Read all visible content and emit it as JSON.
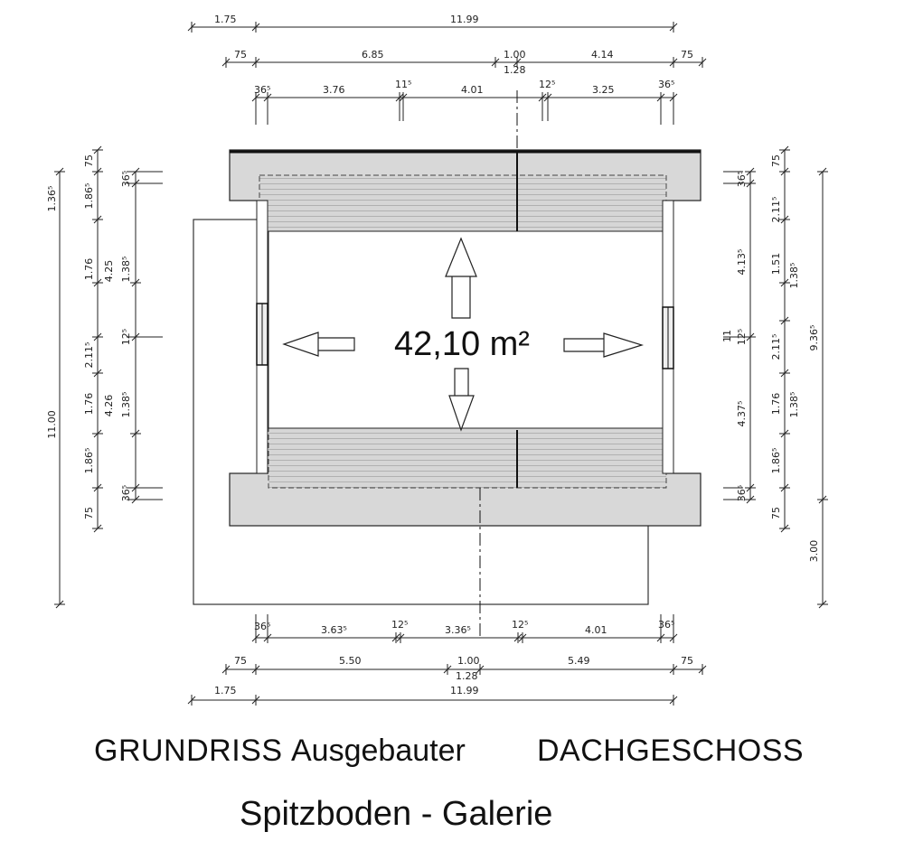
{
  "area_label": "42,10 m²",
  "title": {
    "part1": "GRUNDRISS",
    "part2": "Ausgebauter",
    "part3": "DACHGESCHOSS",
    "subtitle": "Spitzboden -  Galerie"
  },
  "dimensions": {
    "top_row1": [
      "1.75",
      "11.99"
    ],
    "top_row2": [
      "75",
      "6.85",
      "1.00",
      "1.28",
      "4.14",
      "75"
    ],
    "top_row3": [
      "36⁵",
      "3.76",
      "11⁵",
      "4.01",
      "12⁵",
      "3.25",
      "36⁵"
    ],
    "bottom_row1": [
      "36⁵",
      "3.63⁵",
      "12⁵",
      "3.36⁵",
      "12⁵",
      "4.01",
      "36⁵"
    ],
    "bottom_row2": [
      "75",
      "5.50",
      "1.00",
      "1.28",
      "5.49",
      "75"
    ],
    "bottom_row3": [
      "1.75",
      "11.99"
    ],
    "left_inner": [
      "36⁵",
      "1.38⁵",
      "12⁵",
      "1.38⁵",
      "36⁵"
    ],
    "left_mid": [
      "75",
      "1.86⁵",
      "1.76",
      "2.11⁵",
      "1.76",
      "1.86⁵",
      "75"
    ],
    "left_span": [
      "4.25",
      "4.26"
    ],
    "left_outer": [
      "1.36⁵",
      "11.00"
    ],
    "right_inner": [
      "36⁵",
      "4.13⁵",
      "12⁵",
      "4.37⁵",
      "36⁵"
    ],
    "right_mid": [
      "75",
      "2.11⁵",
      "1.51",
      "2.11⁵",
      "1.76",
      "1.86⁵",
      "75"
    ],
    "right_span": [
      "1.38⁵",
      "1.38⁵"
    ],
    "right_outer": [
      "9.36⁵",
      "3.00"
    ],
    "right_small": [
      "11"
    ]
  }
}
